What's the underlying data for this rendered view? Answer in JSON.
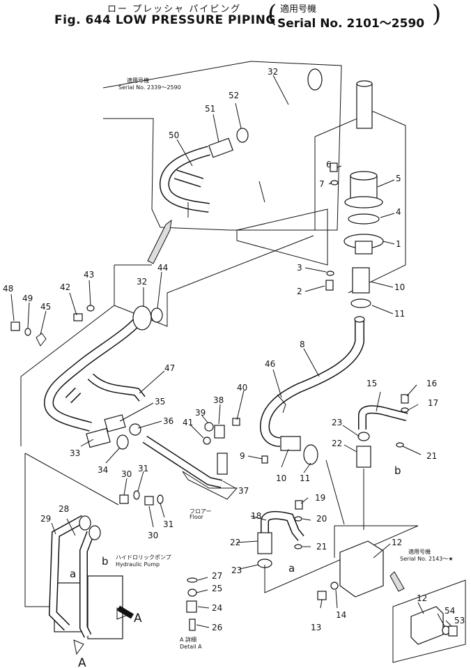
{
  "title": {
    "japanese": "ロー プレッシャ パイピング",
    "main": "Fig. 644 LOW PRESSURE PIPING",
    "serial_japanese": "適用号機",
    "serial": "Serial No. 2101～2590"
  },
  "insets": {
    "top_serial_jp": "適用号機",
    "top_serial": "Serial No. 2339～2590",
    "bottom_serial_jp": "適用号機",
    "bottom_serial": "Serial No. 2143～★"
  },
  "annotations": {
    "floor_jp": "フロアー",
    "floor": "Floor",
    "pump_jp": "ハイドロリックポンプ",
    "pump": "Hydraulic Pump",
    "detail_jp": "A 詳細",
    "detail": "Detail A",
    "view_a1": "A",
    "view_a2": "A",
    "conn_a1": "a",
    "conn_a2": "a",
    "conn_b1": "b",
    "conn_b2": "b"
  },
  "callouts": {
    "c1": "1",
    "c2": "2",
    "c3": "3",
    "c4": "4",
    "c5": "5",
    "c6": "6",
    "c7": "7",
    "c8": "8",
    "c9": "9",
    "c10a": "10",
    "c10b": "10",
    "c11a": "11",
    "c11b": "11",
    "c12a": "12",
    "c12b": "12",
    "c13": "13",
    "c14": "14",
    "c15": "15",
    "c16": "16",
    "c17": "17",
    "c18": "18",
    "c19": "19",
    "c20": "20",
    "c21a": "21",
    "c21b": "21",
    "c22a": "22",
    "c22b": "22",
    "c23a": "23",
    "c23b": "23",
    "c24": "24",
    "c25": "25",
    "c26": "26",
    "c27": "27",
    "c28": "28",
    "c29": "29",
    "c30a": "30",
    "c30b": "30",
    "c31a": "31",
    "c31b": "31",
    "c32a": "32",
    "c32b": "32",
    "c33": "33",
    "c34": "34",
    "c35": "35",
    "c36": "36",
    "c37": "37",
    "c38": "38",
    "c39": "39",
    "c40": "40",
    "c41": "41",
    "c42": "42",
    "c43": "43",
    "c44": "44",
    "c45": "45",
    "c46": "46",
    "c47": "47",
    "c48": "48",
    "c49": "49",
    "c50": "50",
    "c51": "51",
    "c52": "52",
    "c53": "53",
    "c54": "54"
  }
}
